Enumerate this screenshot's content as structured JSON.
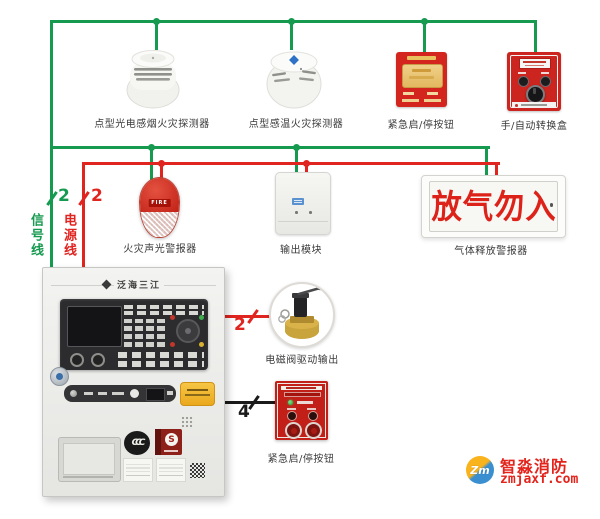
{
  "colors": {
    "signal_green": "#169a4f",
    "power_red": "#e02420",
    "link_black": "#1a1a1a",
    "sign_red": "#dd2319",
    "logo_red": "#e3241c"
  },
  "wiring": {
    "signal_label": "信号线",
    "power_label": "电源线",
    "signal_count": "2",
    "power_count": "2",
    "solenoid_count": "2",
    "emergency_count": "4"
  },
  "devices": {
    "smoke_detector": {
      "caption": "点型光电感烟火灾探测器"
    },
    "heat_detector": {
      "caption": "点型感温火灾探测器"
    },
    "emergency_button_top": {
      "caption": "紧急启/停按钮"
    },
    "manual_auto_box": {
      "caption": "手/自动转换盒"
    },
    "sound_strobe": {
      "caption": "火灾声光警报器",
      "body_text": "FIRE"
    },
    "output_module": {
      "caption": "输出模块"
    },
    "gas_release_sign": {
      "caption": "气体释放警报器",
      "display_text": "放气勿入"
    },
    "solenoid_valve": {
      "caption": "电磁阀驱动输出"
    },
    "emergency_button_bottom": {
      "caption": "紧急启/停按钮"
    },
    "control_panel": {
      "brand": "泛海三江",
      "ccc_mark": "CCC",
      "s_mark": "S"
    }
  },
  "watermark": {
    "brand": "智淼消防",
    "site": "zmjaxf.com",
    "logo_monogram": "Zm"
  }
}
